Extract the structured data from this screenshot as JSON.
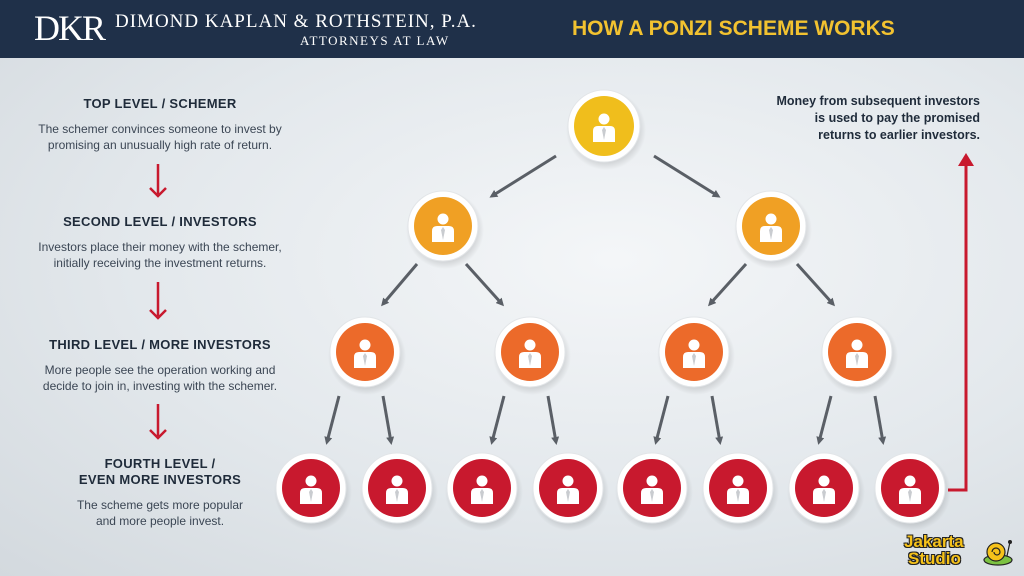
{
  "header": {
    "logo_mark": "DKR",
    "firm_name": "DIMOND KAPLAN & ROTHSTEIN, P.A.",
    "firm_subtitle": "ATTORNEYS AT LAW",
    "title": "HOW A PONZI SCHEME WORKS"
  },
  "levels": [
    {
      "heading": "TOP LEVEL / SCHEMER",
      "description_lines": [
        "The schemer convinces someone to invest by",
        "promising an unusually high rate of return."
      ]
    },
    {
      "heading": "SECOND LEVEL / INVESTORS",
      "description_lines": [
        "Investors place their money with the schemer,",
        "initially receiving the investment returns."
      ]
    },
    {
      "heading": "THIRD LEVEL / MORE INVESTORS",
      "description_lines": [
        "More people see the operation working and",
        "decide to join in, investing with the schemer."
      ]
    },
    {
      "heading_lines": [
        "FOURTH LEVEL /",
        "EVEN MORE INVESTORS"
      ],
      "description_lines": [
        "The scheme gets more popular",
        "and more people invest."
      ]
    }
  ],
  "note_lines": [
    "Money from subsequent investors",
    "is used to pay the promised",
    "returns to earlier investors."
  ],
  "watermark": {
    "line1": "Jakarta",
    "line2": "Studio"
  },
  "colors": {
    "header_bg": "#1f3049",
    "title": "#f2c230",
    "level1": "#f0be1c",
    "level2": "#f0a024",
    "level3": "#ec6a2a",
    "level4": "#c8192e",
    "down_arrow": "#c8192e",
    "return_arrow": "#c8192e",
    "tree_arrow": "#5a5f66"
  }
}
